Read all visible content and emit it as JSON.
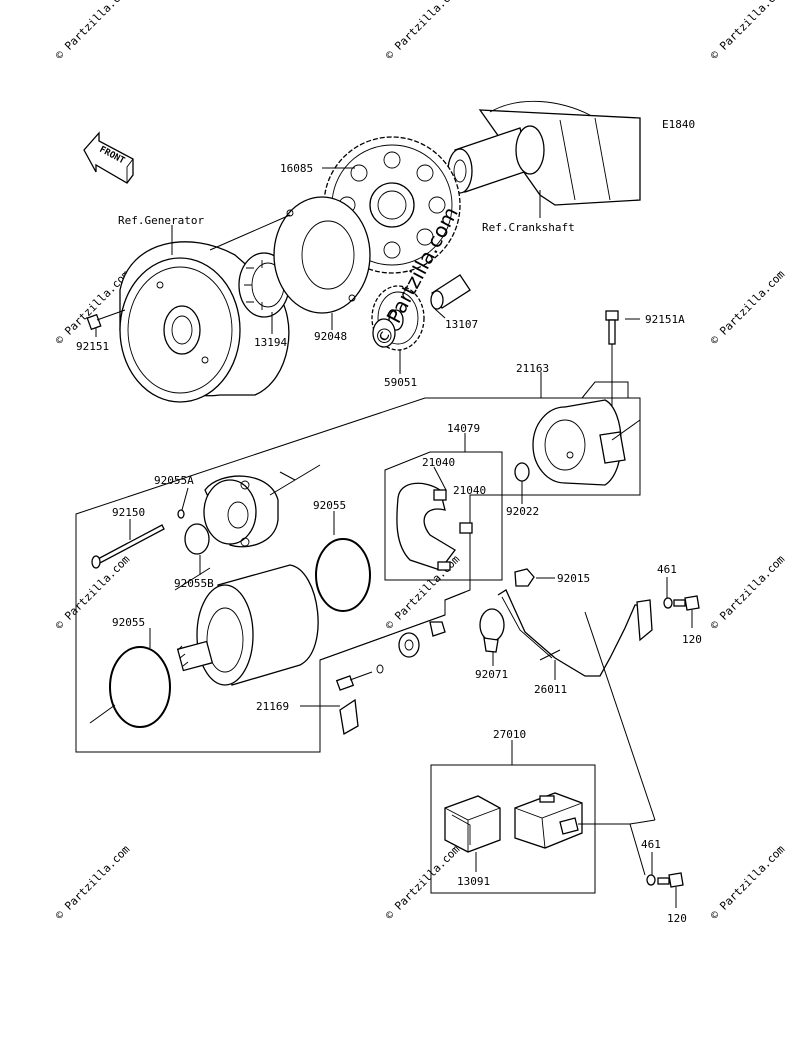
{
  "diagram_code": "E1840",
  "front_label": "FRONT",
  "references": {
    "generator": "Ref.Generator",
    "crankshaft": "Ref.Crankshaft"
  },
  "part_labels": {
    "p16085": "16085",
    "p92151": "92151",
    "p13194": "13194",
    "p92048": "92048",
    "p13107": "13107",
    "p59051": "59051",
    "p92151A": "92151A",
    "p21163": "21163",
    "p14079": "14079",
    "p21040a": "21040",
    "p21040b": "21040",
    "p92022": "92022",
    "p92055A": "92055A",
    "p92150": "92150",
    "p92055a": "92055",
    "p92055B": "92055B",
    "p92055b": "92055",
    "p92015": "92015",
    "p461a": "461",
    "p120a": "120",
    "p92071": "92071",
    "p26011": "26011",
    "p21169": "21169",
    "p27010": "27010",
    "p461b": "461",
    "p120b": "120",
    "p13091": "13091"
  },
  "watermark": {
    "text": "© Partzilla.com",
    "center_text": "© Partzilla.com"
  },
  "colors": {
    "line": "#000000",
    "watermark": "#d4d4d4",
    "background": "#ffffff"
  }
}
